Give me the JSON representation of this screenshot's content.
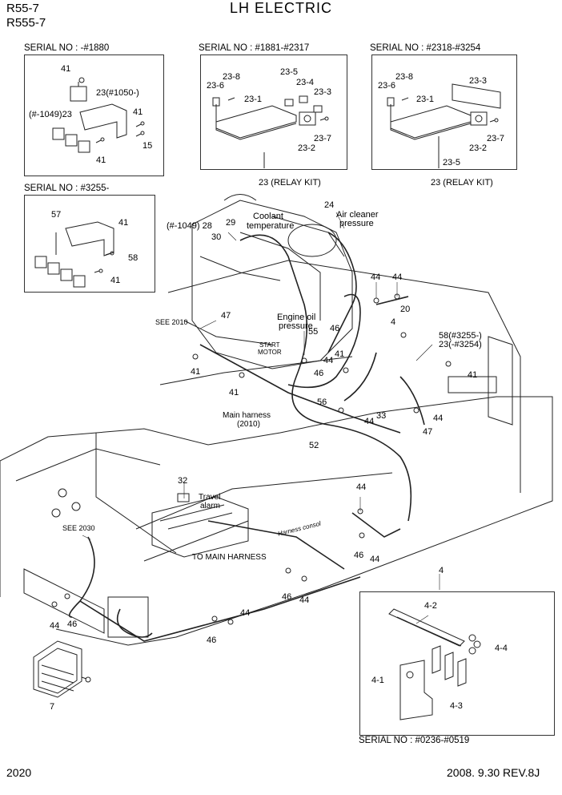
{
  "header": {
    "model_line1": "R55-7",
    "model_line2": "R555-7",
    "title": "LH ELECTRIC"
  },
  "footer": {
    "page_number": "2020",
    "revision": "2008. 9.30  REV.8J"
  },
  "detail_boxes": {
    "box1": {
      "serial": "SERIAL NO : -#1880",
      "labels": {
        "a": "41",
        "b": "23(#1050-)",
        "c": "(#-1049)23",
        "d": "41",
        "e": "15",
        "f": "41"
      }
    },
    "box2": {
      "serial": "SERIAL NO : #1881-#2317",
      "labels": {
        "a": "23-8",
        "b": "23-6",
        "c": "23-1",
        "d": "23-5",
        "e": "23-4",
        "f": "23-3",
        "g": "23-7",
        "h": "23-2"
      },
      "caption": "23 (RELAY KIT)"
    },
    "box3": {
      "serial": "SERIAL NO : #2318-#3254",
      "labels": {
        "a": "23-8",
        "b": "23-6",
        "c": "23-1",
        "d": "23-3",
        "e": "23-7",
        "f": "23-2",
        "g": "23-5"
      },
      "caption": "23 (RELAY KIT)"
    },
    "box4": {
      "serial": "SERIAL NO : #3255-",
      "labels": {
        "a": "57",
        "b": "41",
        "c": "58",
        "d": "41"
      }
    },
    "box5": {
      "serial": "SERIAL NO : #0236-#0519",
      "labels": {
        "a": "4",
        "b": "4-2",
        "c": "4-4",
        "d": "4-1",
        "e": "4-3"
      }
    }
  },
  "main_labels": {
    "n1049_28": "(#-1049) 28",
    "n29": "29",
    "n30": "30",
    "coolant": "Coolant",
    "temperature": "temperature",
    "n24": "24",
    "air_cleaner": "Air cleaner",
    "pressure": "pressure",
    "n44a": "44",
    "n44b": "44",
    "n20": "20",
    "engine_oil": "Engine oil",
    "engine_oil_pressure": "pressure",
    "n55": "55",
    "n46a": "46",
    "n4": "4",
    "n58": "58(#3255-)",
    "n23": "23(-#3254)",
    "see2010": "SEE 2010",
    "n47a": "47",
    "start": "START",
    "motor": "MOTOR",
    "n41a": "41",
    "n41b": "41",
    "n41c": "41",
    "n44c": "44",
    "n46b": "46",
    "n41d": "41",
    "n56": "56",
    "n33": "33",
    "n44d": "44",
    "n44e": "44",
    "n47b": "47",
    "main_harness": "Main harness",
    "main_harness_2": "(2010)",
    "n52": "52",
    "n32": "32",
    "travel": "Travel",
    "alarm": "alarm",
    "n44f": "44",
    "see2030": "SEE 2030",
    "to_main": "TO MAIN HARNESS",
    "harness_consol": "Harness consol",
    "n46c": "46",
    "n44g": "44",
    "n46d": "46",
    "n44h": "44",
    "n44i": "44",
    "n46e": "46",
    "n44j": "44",
    "n46f": "46",
    "n7": "7"
  }
}
